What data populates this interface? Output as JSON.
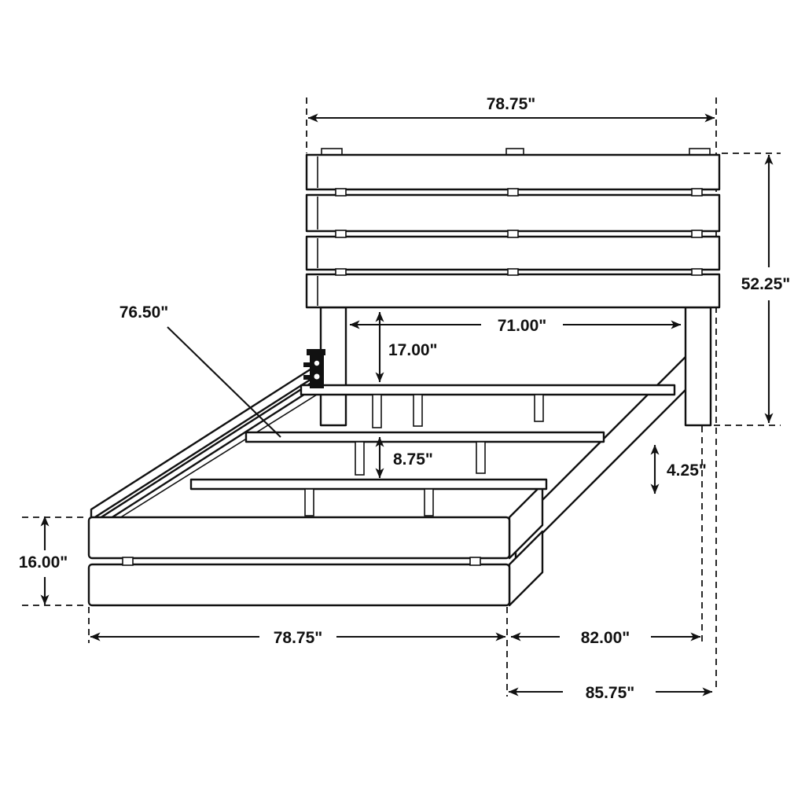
{
  "diagram": {
    "type": "furniture-dimension-drawing",
    "subject": "platform bed frame with slatted plank headboard, footboard, side rails and slat supports",
    "colors": {
      "line": "#111111",
      "background": "#ffffff"
    },
    "dimensions": {
      "headboard_width": "78.75\"",
      "headboard_height": "52.25\"",
      "side_rail_length": "76.50\"",
      "inner_width": "71.00\"",
      "headboard_to_slat_clearance": "17.00\"",
      "slat_leg_height": "8.75\"",
      "side_rail_board_height": "4.25\"",
      "footboard_height": "16.00\"",
      "footboard_width": "78.75\"",
      "frame_length": "82.00\"",
      "overall_length": "85.75\""
    }
  }
}
